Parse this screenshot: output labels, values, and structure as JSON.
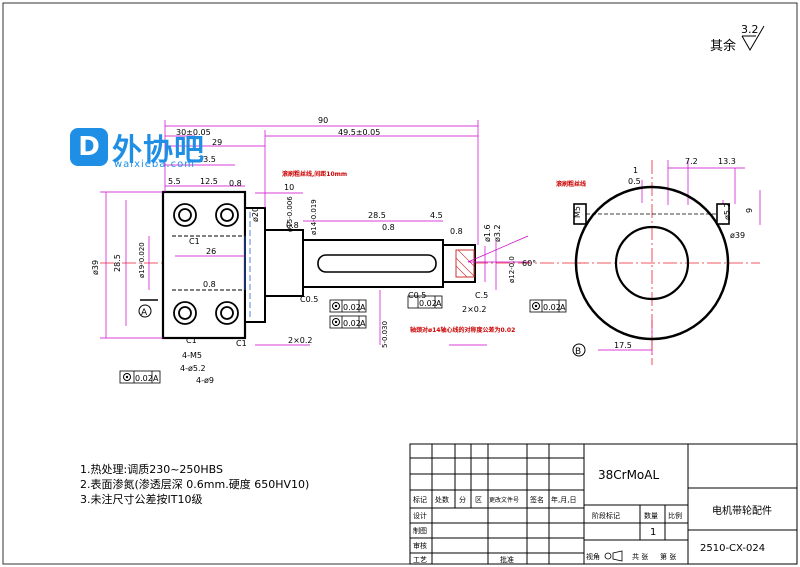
{
  "surface": {
    "label": "其余",
    "value": "3.2"
  },
  "watermark": {
    "logo_glyph": "D",
    "name": "外协吧",
    "url": "waixieba.com"
  },
  "dims": {
    "d90": "90",
    "d30": "30±0.05",
    "d29": "29",
    "d495": "49.5±0.05",
    "d235": "23.5",
    "d55": "5.5",
    "d125": "12.5",
    "d08a": "0.8",
    "d10": "10",
    "d20": "ø20",
    "d15": "ø15-0.006",
    "d14": "ø14-0.019",
    "d285a": "28.5",
    "d45": "4.5",
    "d08b": "0.8",
    "d08c": "0.8",
    "d08d": "0.8",
    "d16": "ø1.6",
    "d32": "ø3.2",
    "d60": "60°",
    "d12": "ø12-0.0",
    "d39l": "ø39",
    "d285b": "28.5",
    "d19": "ø19-0.020",
    "d26": "26",
    "d08e": "0.8",
    "dC1a": "C1",
    "dC1b": "C1",
    "dC1c": "C1",
    "d4M5": "4-M5",
    "d452": "4-ø5.2",
    "d49": "4-ø9",
    "dC5a": "C0.5",
    "dC5b": "C0.5",
    "dC5c": "C.5",
    "d2x02a": "2×0.2",
    "d2x02b": "2×0.2",
    "dkey": "5-0.030",
    "d72": "7.2",
    "d133": "13.3",
    "d05": "0.5",
    "d1": "1",
    "dM5": "M5",
    "d52": "ø5.2",
    "d9": "9",
    "d39r": "ø39",
    "d175": "17.5"
  },
  "tolerances": {
    "t1": "0.02",
    "t2": "0.02",
    "t3": "0.02",
    "t4": "0.02",
    "t5": "0.02",
    "ref": "A"
  },
  "datums": {
    "a": "A",
    "b": "B"
  },
  "red_notes": {
    "n1": "滚刷粗丝线,间距10mm",
    "n2": "滚刷粗丝线",
    "n3": "轴颈对ø14轴心线的对称度公差为0.02"
  },
  "notes": [
    "1.热处理:调质230~250HBS",
    "2.表面渗氮(渗透层深 0.6mm.硬度 650HV10)",
    "3.未注尺寸公差按IT10级"
  ],
  "title_block": {
    "material": "38CrMoAL",
    "part_name": "电机带轮配件",
    "drawing_no": "2510-CX-024",
    "stage_label": "阶段标记",
    "qty_label": "数量",
    "scale_label": "比例",
    "qty_value": "1",
    "row_labels": [
      "标记",
      "设计",
      "制图",
      "审核",
      "工艺"
    ],
    "rev_labels": [
      "处数",
      "分",
      "区",
      "更改文件号",
      "签名",
      "年,月,日"
    ],
    "approve_label": "批准",
    "projection_label": "视角",
    "sheets_total": "共  张",
    "sheet_no": "第  张"
  }
}
